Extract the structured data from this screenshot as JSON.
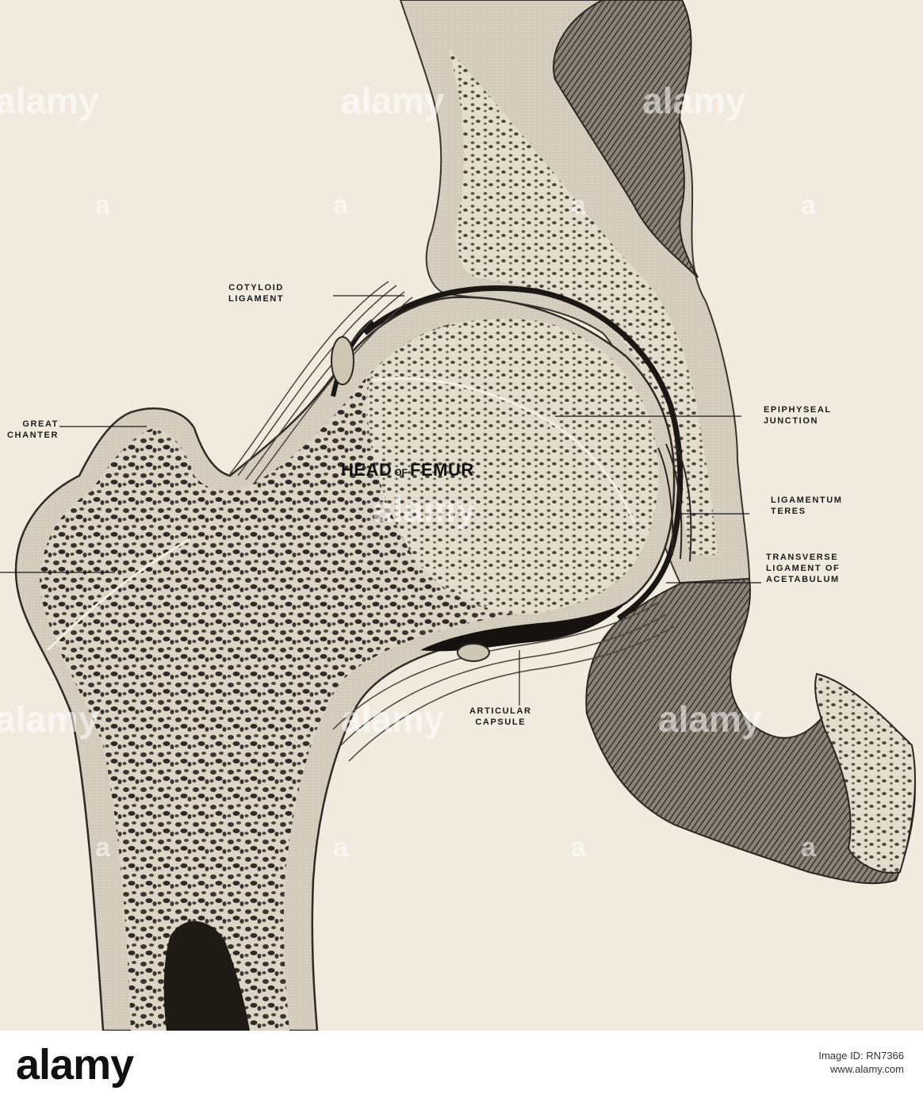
{
  "figure": {
    "head_label_main": "HEAD",
    "head_label_of": "OF",
    "head_label_femur": "FEMUR",
    "labels": {
      "cotyloid_line1": "COTYLOID",
      "cotyloid_line2": "LIGAMENT",
      "trochanter_line1": "GREAT",
      "trochanter_line2": "CHANTER",
      "epiphyseal_line1": "EPIPHYSEAL",
      "epiphyseal_line2": "JUNCTION",
      "teres_line1": "LIGAMENTUM",
      "teres_line2": "TERES",
      "transverse_line1": "TRANSVERSE",
      "transverse_line2": "LIGAMENT OF",
      "transverse_line3": "ACETABULUM",
      "capsule_line1": "ARTICULAR",
      "capsule_line2": "CAPSULE"
    }
  },
  "watermark": {
    "text": "alamy",
    "short": "a"
  },
  "footer": {
    "logo": "alamy",
    "image_id": "Image ID: RN7366",
    "site": "www.alamy.com"
  },
  "colors": {
    "paper": "#f1ebdf",
    "bone": "#d9d2c2",
    "dark_ink": "#1a1a1a"
  }
}
